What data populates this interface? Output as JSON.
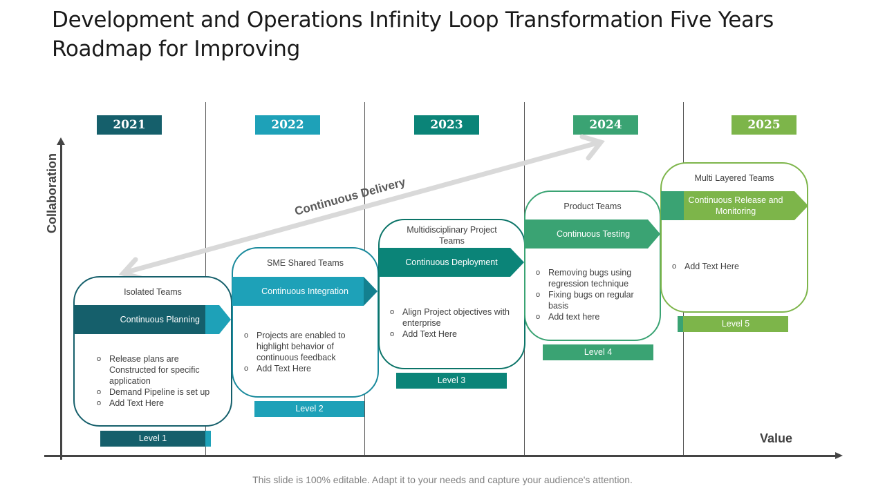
{
  "title": "Development and Operations Infinity Loop Transformation Five Years Roadmap for Improving",
  "axes": {
    "y_label": "Collaboration",
    "x_label": "Value"
  },
  "delivery_arrow": {
    "label": "Continuous Delivery",
    "color": "#d9d9d9"
  },
  "footer": "This slide is 100% editable. Adapt it to your needs and capture your audience's attention.",
  "stages": [
    {
      "year": "2021",
      "color": "#155f6b",
      "team": "Isolated Teams",
      "practice": "Continuous Planning",
      "bullets": [
        "Release plans are Constructed for specific application",
        "Demand Pipeline is set up",
        "Add Text Here"
      ],
      "level": "Level  1"
    },
    {
      "year": "2022",
      "color": "#1ea1b8",
      "team": "SME Shared Teams",
      "practice": "Continuous Integration",
      "bullets": [
        "Projects are enabled to highlight behavior of continuous feedback",
        "Add Text Here"
      ],
      "level": "Level  2"
    },
    {
      "year": "2023",
      "color": "#0b8478",
      "team": "Multidisciplinary Project Teams",
      "practice": "Continuous Deployment",
      "bullets": [
        "Align Project objectives with enterprise",
        "Add Text Here"
      ],
      "level": "Level  3"
    },
    {
      "year": "2024",
      "color": "#3aa373",
      "team": "Product Teams",
      "practice": "Continuous Testing",
      "bullets": [
        "Removing  bugs using regression technique",
        "Fixing bugs on regular basis",
        "Add text here"
      ],
      "level": "Level  4"
    },
    {
      "year": "2025",
      "color": "#7db54a",
      "team": "Multi Layered Teams",
      "practice": "Continuous Release and Monitoring",
      "bullets": [
        "Add Text Here"
      ],
      "level": "Level  5"
    }
  ]
}
